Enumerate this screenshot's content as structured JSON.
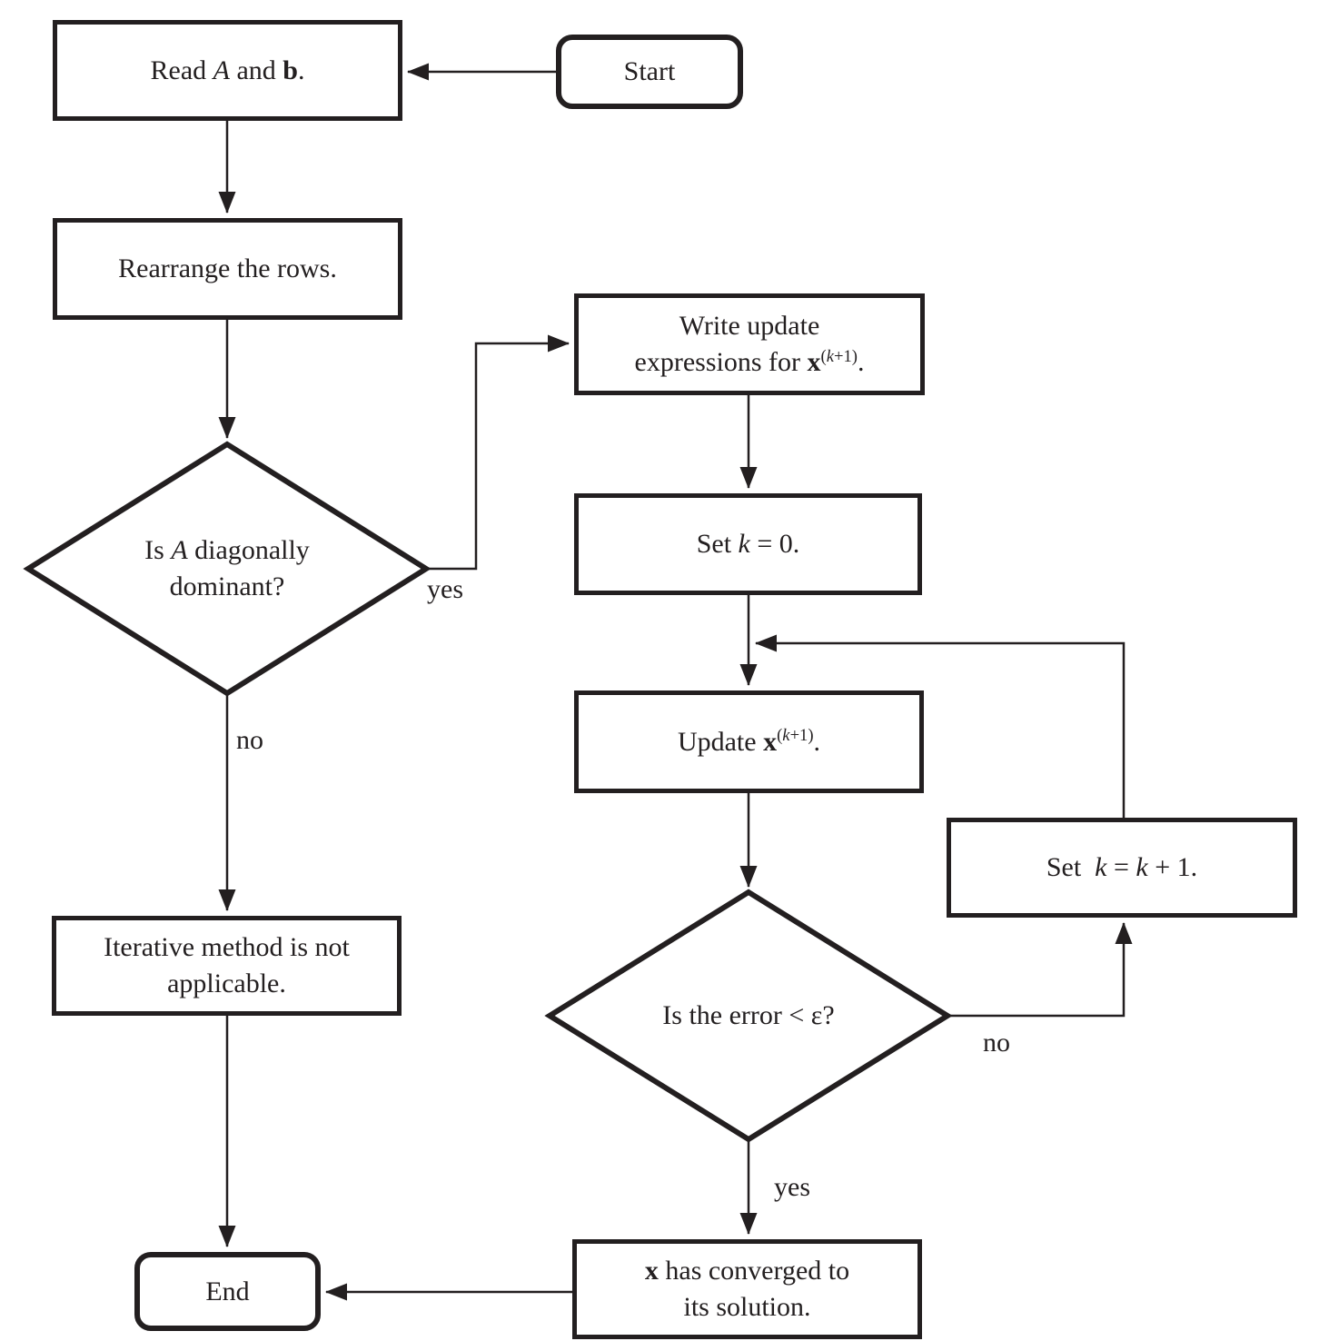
{
  "colors": {
    "ink": "#231f20",
    "background": "#ffffff"
  },
  "nodes": {
    "start": {
      "type": "terminator",
      "lines": [
        [
          {
            "t": "Start"
          }
        ]
      ]
    },
    "read": {
      "type": "process",
      "lines": [
        [
          {
            "t": "Read "
          },
          {
            "t": "A",
            "s": "i"
          },
          {
            "t": " and "
          },
          {
            "t": "b",
            "s": "b"
          },
          {
            "t": "."
          }
        ]
      ]
    },
    "rearrange": {
      "type": "process",
      "lines": [
        [
          {
            "t": "Rearrange the rows."
          }
        ]
      ]
    },
    "diagonally_dominant": {
      "type": "decision",
      "lines": [
        [
          {
            "t": "Is "
          },
          {
            "t": "A",
            "s": "i"
          },
          {
            "t": " diagonally"
          }
        ],
        [
          {
            "t": "dominant?"
          }
        ]
      ]
    },
    "write_update": {
      "type": "process",
      "lines": [
        [
          {
            "t": "Write update"
          }
        ],
        [
          {
            "t": "expressions for "
          },
          {
            "t": "x",
            "s": "b"
          },
          {
            "t": "(",
            "s": "sup"
          },
          {
            "t": "k",
            "s": "si"
          },
          {
            "t": "+1)",
            "s": "sup"
          },
          {
            "t": "."
          }
        ]
      ]
    },
    "set_k_zero": {
      "type": "process",
      "lines": [
        [
          {
            "t": "Set "
          },
          {
            "t": "k",
            "s": "i"
          },
          {
            "t": " = 0."
          }
        ]
      ]
    },
    "update_x": {
      "type": "process",
      "lines": [
        [
          {
            "t": "Update "
          },
          {
            "t": "x",
            "s": "b"
          },
          {
            "t": "(",
            "s": "sup"
          },
          {
            "t": "k",
            "s": "si"
          },
          {
            "t": "+1)",
            "s": "sup"
          },
          {
            "t": "."
          }
        ]
      ]
    },
    "error_check": {
      "type": "decision",
      "lines": [
        [
          {
            "t": "Is the error < ε?"
          }
        ]
      ]
    },
    "set_k_plus_one": {
      "type": "process",
      "lines": [
        [
          {
            "t": "Set  "
          },
          {
            "t": "k",
            "s": "i"
          },
          {
            "t": " = "
          },
          {
            "t": "k",
            "s": "i"
          },
          {
            "t": " + 1."
          }
        ]
      ]
    },
    "not_applicable": {
      "type": "process",
      "lines": [
        [
          {
            "t": "Iterative method is not"
          }
        ],
        [
          {
            "t": "applicable."
          }
        ]
      ]
    },
    "converged": {
      "type": "process",
      "lines": [
        [
          {
            "t": "x",
            "s": "b"
          },
          {
            "t": " has converged to"
          }
        ],
        [
          {
            "t": "its solution."
          }
        ]
      ]
    },
    "end": {
      "type": "terminator",
      "lines": [
        [
          {
            "t": "End"
          }
        ]
      ]
    }
  },
  "edge_labels": {
    "diagonally_dominant_yes": "yes",
    "diagonally_dominant_no": "no",
    "error_check_no": "no",
    "error_check_yes": "yes"
  }
}
